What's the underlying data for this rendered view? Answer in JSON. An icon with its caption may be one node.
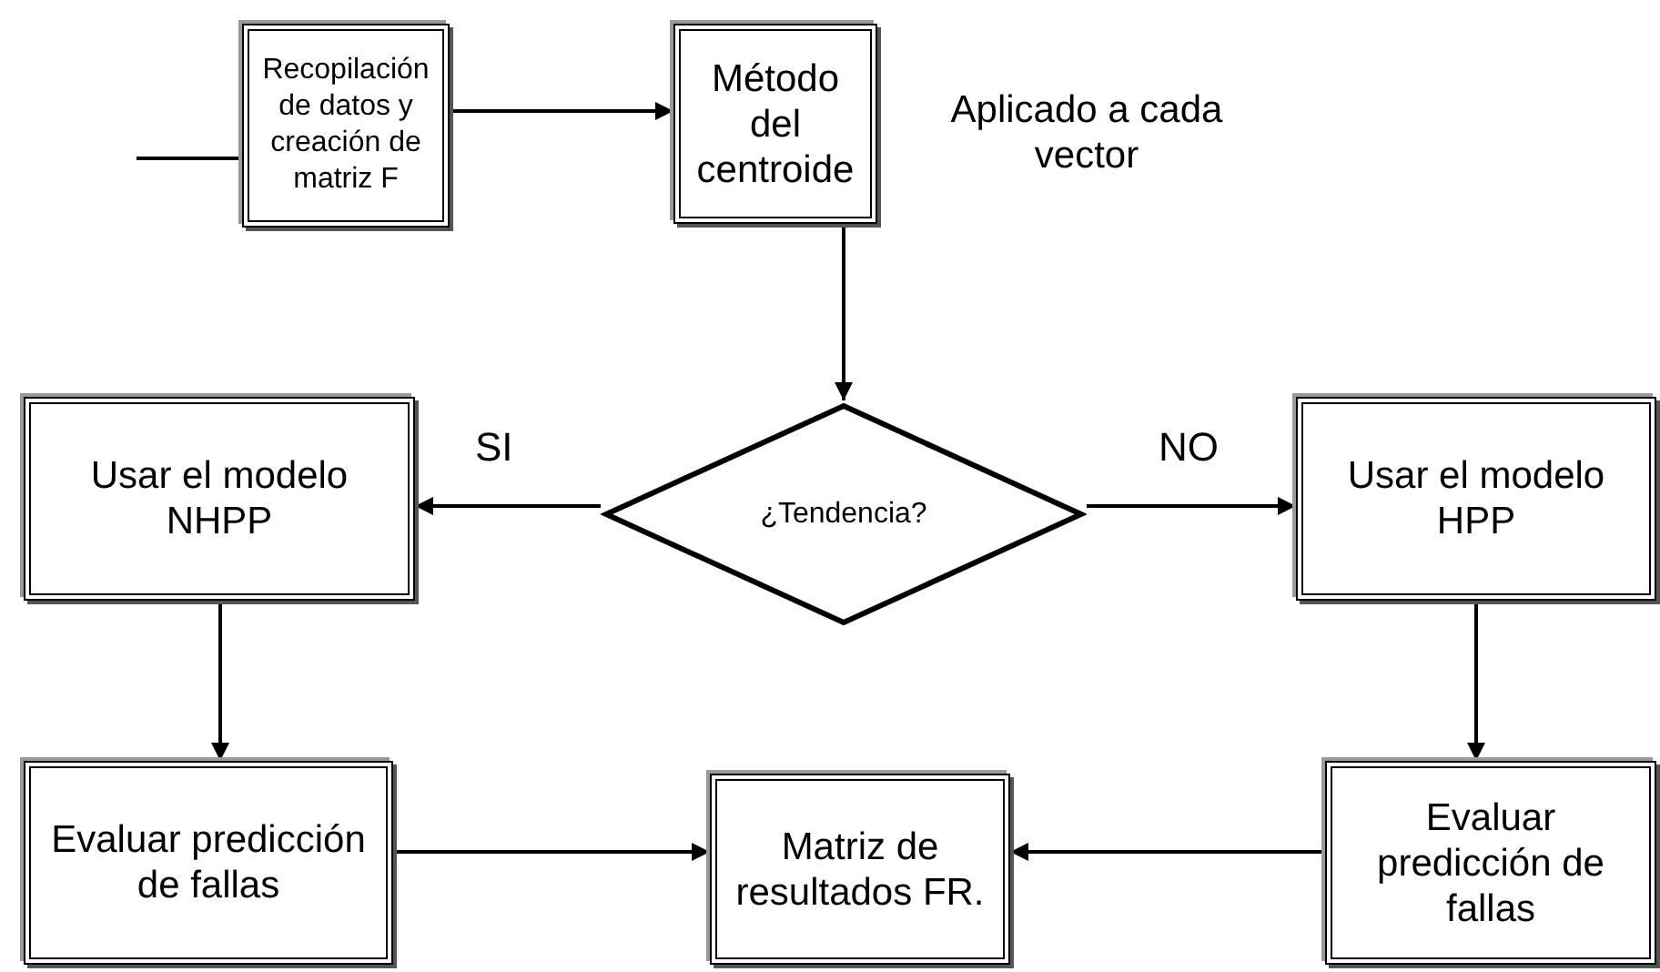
{
  "diagram": {
    "nodes": [
      {
        "text": [
          "Recopilación de datos y creación de matriz F"
        ]
      },
      {
        "text": [
          "Método del centroide"
        ],
        "beside": [
          "Aplicado a cada vector"
        ]
      },
      {
        "text": [
          "¿Tendencia?"
        ]
      },
      {
        "text": [
          "Usar el modelo NHPP"
        ]
      },
      {
        "text": [
          "Usar el modelo HPP"
        ]
      },
      {
        "text": [
          "Evaluar predicción de fallas"
        ]
      },
      {
        "text": [
          "Matriz de resultados FR."
        ]
      },
      {
        "text": [
          "Evaluar predicción de fallas"
        ]
      }
    ],
    "edges": [
      {
        "from": null,
        "to": 0,
        "arrow": "none"
      },
      {
        "from": 0,
        "to": 1,
        "arrow": "to"
      },
      {
        "from": 1,
        "to": 2,
        "arrow": "to"
      },
      {
        "from": 2,
        "to": 3,
        "arrow": "to",
        "label": "SI"
      },
      {
        "from": 2,
        "to": 4,
        "arrow": "to",
        "label": "NO"
      },
      {
        "from": 3,
        "to": 5,
        "arrow": "to"
      },
      {
        "from": 4,
        "to": 7,
        "arrow": "to"
      },
      {
        "from": 5,
        "to": 6,
        "arrow": "to"
      },
      {
        "from": 7,
        "to": 6,
        "arrow": "to"
      }
    ]
  }
}
